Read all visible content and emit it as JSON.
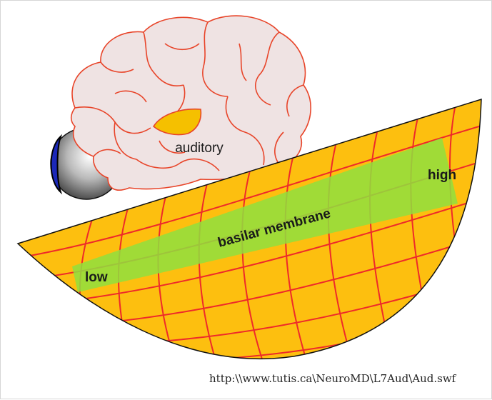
{
  "diagram": {
    "labels": {
      "auditory": "auditory",
      "basilar_membrane": "basilar membrane",
      "low": "low",
      "high": "high"
    },
    "source_url": "http:\\\\www.tutis.ca\\NeuroMD\\L7Aud\\Aud.swf",
    "colors": {
      "brain_fill": "#efe3e3",
      "brain_outline": "#e8452a",
      "auditory_area": "#f5c000",
      "membrane_fill": "#fdbf0f",
      "membrane_grid": "#ee2a2a",
      "band": "#8fdf3e",
      "eye_blue": "#1b28b8",
      "outline": "#111111"
    }
  }
}
